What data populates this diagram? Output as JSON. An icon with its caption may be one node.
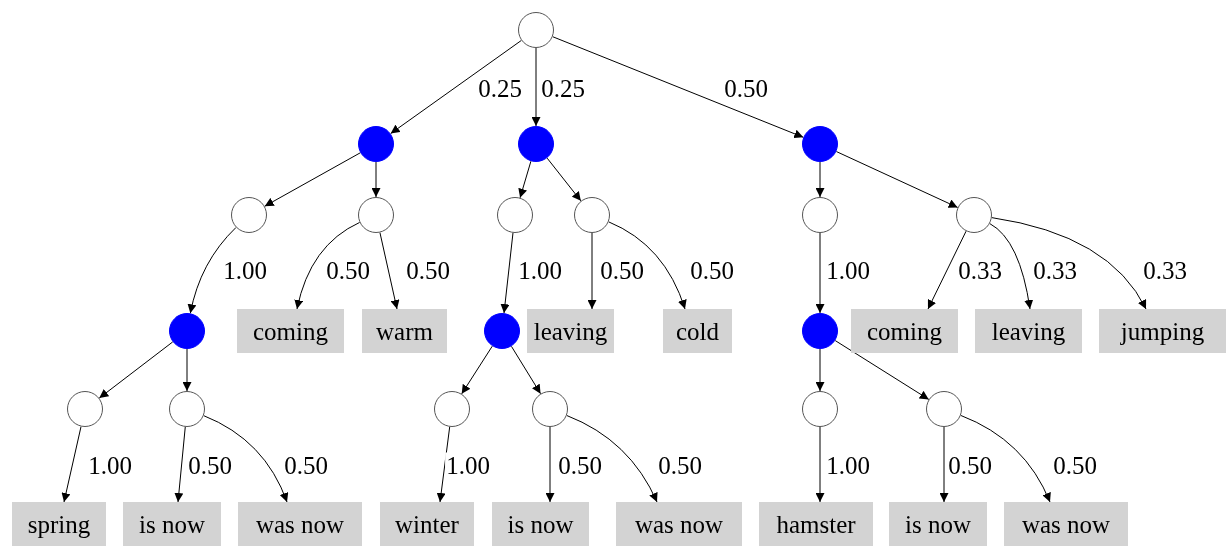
{
  "diagram": {
    "nodes": [
      {
        "text": [],
        "shape": "circle"
      },
      {
        "text": [],
        "shape": "circle"
      },
      {
        "text": [],
        "shape": "circle"
      },
      {
        "text": [],
        "shape": "circle"
      },
      {
        "text": [],
        "shape": "circle"
      },
      {
        "text": [],
        "shape": "circle"
      },
      {
        "text": [],
        "shape": "circle"
      },
      {
        "text": [],
        "shape": "circle"
      },
      {
        "text": [],
        "shape": "circle"
      },
      {
        "text": [],
        "shape": "circle"
      },
      {
        "text": [],
        "shape": "circle"
      },
      {
        "text": [
          "coming"
        ]
      },
      {
        "text": [
          "warm"
        ]
      },
      {
        "text": [],
        "shape": "circle"
      },
      {
        "text": [
          "leaving"
        ]
      },
      {
        "text": [
          "cold"
        ]
      },
      {
        "text": [],
        "shape": "circle"
      },
      {
        "text": [
          "coming"
        ]
      },
      {
        "text": [
          "leaving"
        ]
      },
      {
        "text": [
          "jumping"
        ]
      },
      {
        "text": [],
        "shape": "circle"
      },
      {
        "text": [],
        "shape": "circle"
      },
      {
        "text": [],
        "shape": "circle"
      },
      {
        "text": [],
        "shape": "circle"
      },
      {
        "text": [],
        "shape": "circle"
      },
      {
        "text": [],
        "shape": "circle"
      },
      {
        "text": [
          "spring"
        ]
      },
      {
        "text": [
          "is now"
        ]
      },
      {
        "text": [
          "was now"
        ]
      },
      {
        "text": [
          "winter"
        ]
      },
      {
        "text": [
          "is now"
        ]
      },
      {
        "text": [
          "was now"
        ]
      },
      {
        "text": [
          "hamster"
        ]
      },
      {
        "text": [
          "is now"
        ]
      },
      {
        "text": [
          "was now"
        ]
      }
    ],
    "edges": [
      {
        "from": 0,
        "to": 1,
        "arrow": "to",
        "label": "0.25"
      },
      {
        "from": 0,
        "to": 2,
        "arrow": "to",
        "label": "0.25"
      },
      {
        "from": 0,
        "to": 3,
        "arrow": "to",
        "label": "0.50"
      },
      {
        "from": 1,
        "to": 4,
        "arrow": "to"
      },
      {
        "from": 1,
        "to": 5,
        "arrow": "to"
      },
      {
        "from": 2,
        "to": 6,
        "arrow": "to"
      },
      {
        "from": 2,
        "to": 7,
        "arrow": "to"
      },
      {
        "from": 3,
        "to": 8,
        "arrow": "to"
      },
      {
        "from": 3,
        "to": 9,
        "arrow": "to"
      },
      {
        "from": 4,
        "to": 10,
        "arrow": "to",
        "label": "1.00"
      },
      {
        "from": 5,
        "to": 11,
        "arrow": "to",
        "label": "0.50"
      },
      {
        "from": 5,
        "to": 12,
        "arrow": "to",
        "label": "0.50"
      },
      {
        "from": 6,
        "to": 13,
        "arrow": "to",
        "label": "1.00"
      },
      {
        "from": 7,
        "to": 14,
        "arrow": "to",
        "label": "0.50"
      },
      {
        "from": 7,
        "to": 15,
        "arrow": "to",
        "label": "0.50"
      },
      {
        "from": 8,
        "to": 16,
        "arrow": "to",
        "label": "1.00"
      },
      {
        "from": 9,
        "to": 17,
        "arrow": "to",
        "label": "0.33"
      },
      {
        "from": 9,
        "to": 18,
        "arrow": "to",
        "label": "0.33"
      },
      {
        "from": 9,
        "to": 19,
        "arrow": "to",
        "label": "0.33"
      },
      {
        "from": 10,
        "to": 20,
        "arrow": "to"
      },
      {
        "from": 10,
        "to": 21,
        "arrow": "to"
      },
      {
        "from": 13,
        "to": 22,
        "arrow": "to"
      },
      {
        "from": 13,
        "to": 23,
        "arrow": "to"
      },
      {
        "from": 16,
        "to": 24,
        "arrow": "to"
      },
      {
        "from": 16,
        "to": 25,
        "arrow": "to"
      },
      {
        "from": 20,
        "to": 26,
        "arrow": "to",
        "label": "1.00"
      },
      {
        "from": 21,
        "to": 27,
        "arrow": "to",
        "label": "0.50"
      },
      {
        "from": 21,
        "to": 28,
        "arrow": "to",
        "label": "0.50"
      },
      {
        "from": 22,
        "to": 29,
        "arrow": "to",
        "label": "1.00"
      },
      {
        "from": 23,
        "to": 30,
        "arrow": "to",
        "label": "0.50"
      },
      {
        "from": 23,
        "to": 31,
        "arrow": "to",
        "label": "0.50"
      },
      {
        "from": 24,
        "to": 32,
        "arrow": "to",
        "label": "1.00"
      },
      {
        "from": 25,
        "to": 33,
        "arrow": "to",
        "label": "0.50"
      },
      {
        "from": 25,
        "to": 34,
        "arrow": "to",
        "label": "0.50"
      }
    ]
  }
}
